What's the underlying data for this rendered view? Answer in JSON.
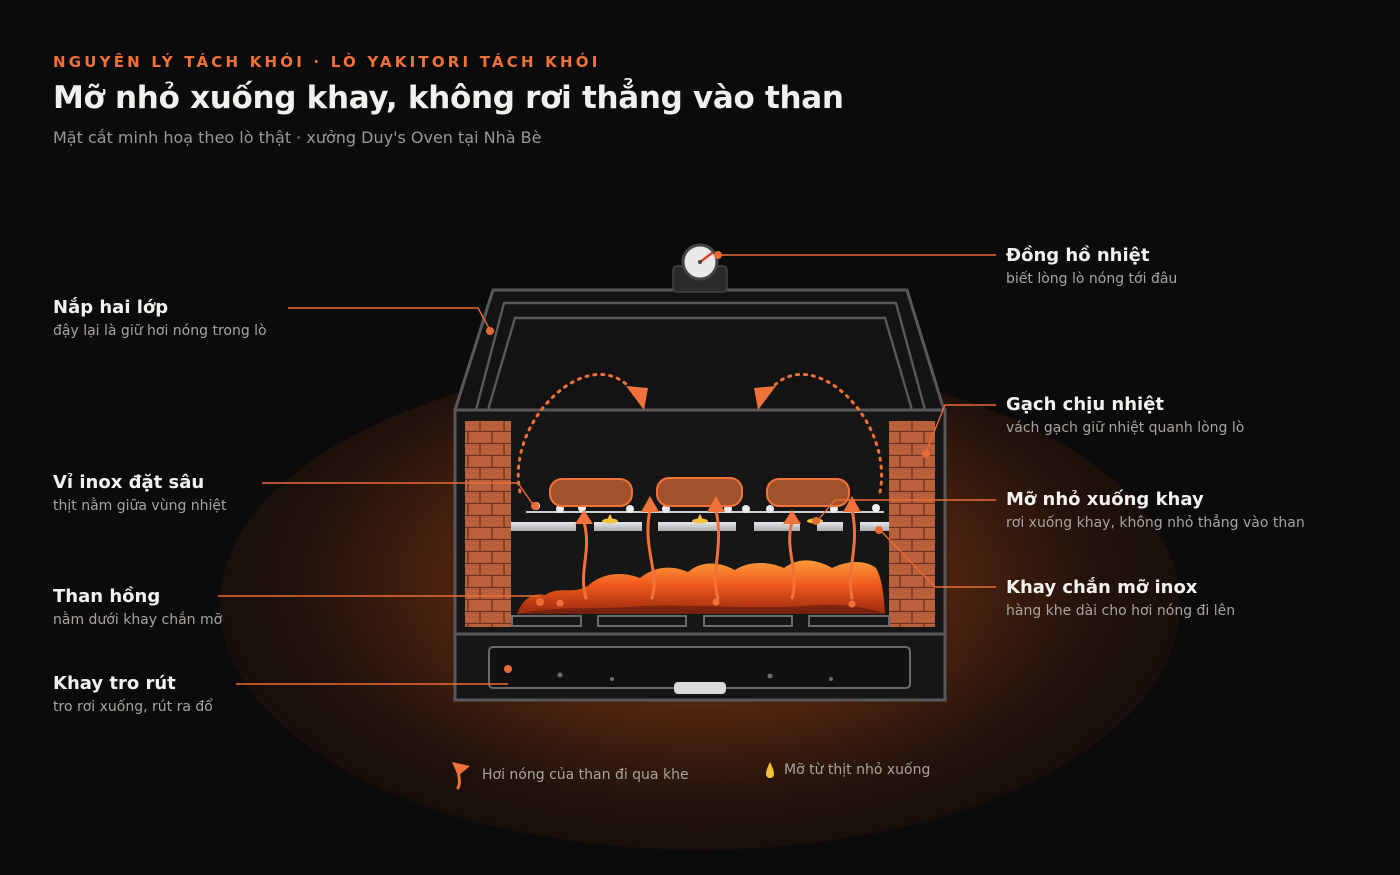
{
  "header": {
    "eyebrow": "NGUYÊN LÝ TÁCH KHÓI · LÒ YAKITORI TÁCH KHÓI",
    "title": "Mỡ nhỏ xuống khay, không rơi thẳng vào than",
    "subtitle": "Mặt cắt minh hoạ theo lò thật · xưởng Duy's Oven tại Nhà Bè"
  },
  "callouts_left": [
    {
      "title": "Nắp hai lớp",
      "desc": "đậy lại là giữ hơi nóng trong lò"
    },
    {
      "title": "Vỉ inox đặt sâu",
      "desc": "thịt nằm giữa vùng nhiệt"
    },
    {
      "title": "Than hồng",
      "desc": "nằm dưới khay chắn mỡ"
    },
    {
      "title": "Khay tro rút",
      "desc": "tro rơi xuống, rút ra đổ"
    }
  ],
  "callouts_right": [
    {
      "title": "Đồng hồ nhiệt",
      "desc": "biết lòng lò nóng tới đâu"
    },
    {
      "title": "Gạch chịu nhiệt",
      "desc": "vách gạch giữ nhiệt quanh lòng lò"
    },
    {
      "title": "Mỡ nhỏ xuống khay",
      "desc": "rơi xuống khay, không nhỏ thẳng vào than"
    },
    {
      "title": "Khay chắn mỡ inox",
      "desc": "hàng khe dài cho hơi nóng đi lên"
    }
  ],
  "legend": [
    {
      "icon": "hot-air-arrow-icon",
      "label": "Hơi nóng của than đi qua khe"
    },
    {
      "icon": "fat-drop-icon",
      "label": "Mỡ từ thịt nhỏ xuống"
    }
  ],
  "colors": {
    "accent": "#f0723a",
    "background": "#0c0b0b",
    "brick": "#b8603c",
    "meat": "#a1522a",
    "fat": "#f2c23a",
    "steel": "#cdcfd2"
  }
}
